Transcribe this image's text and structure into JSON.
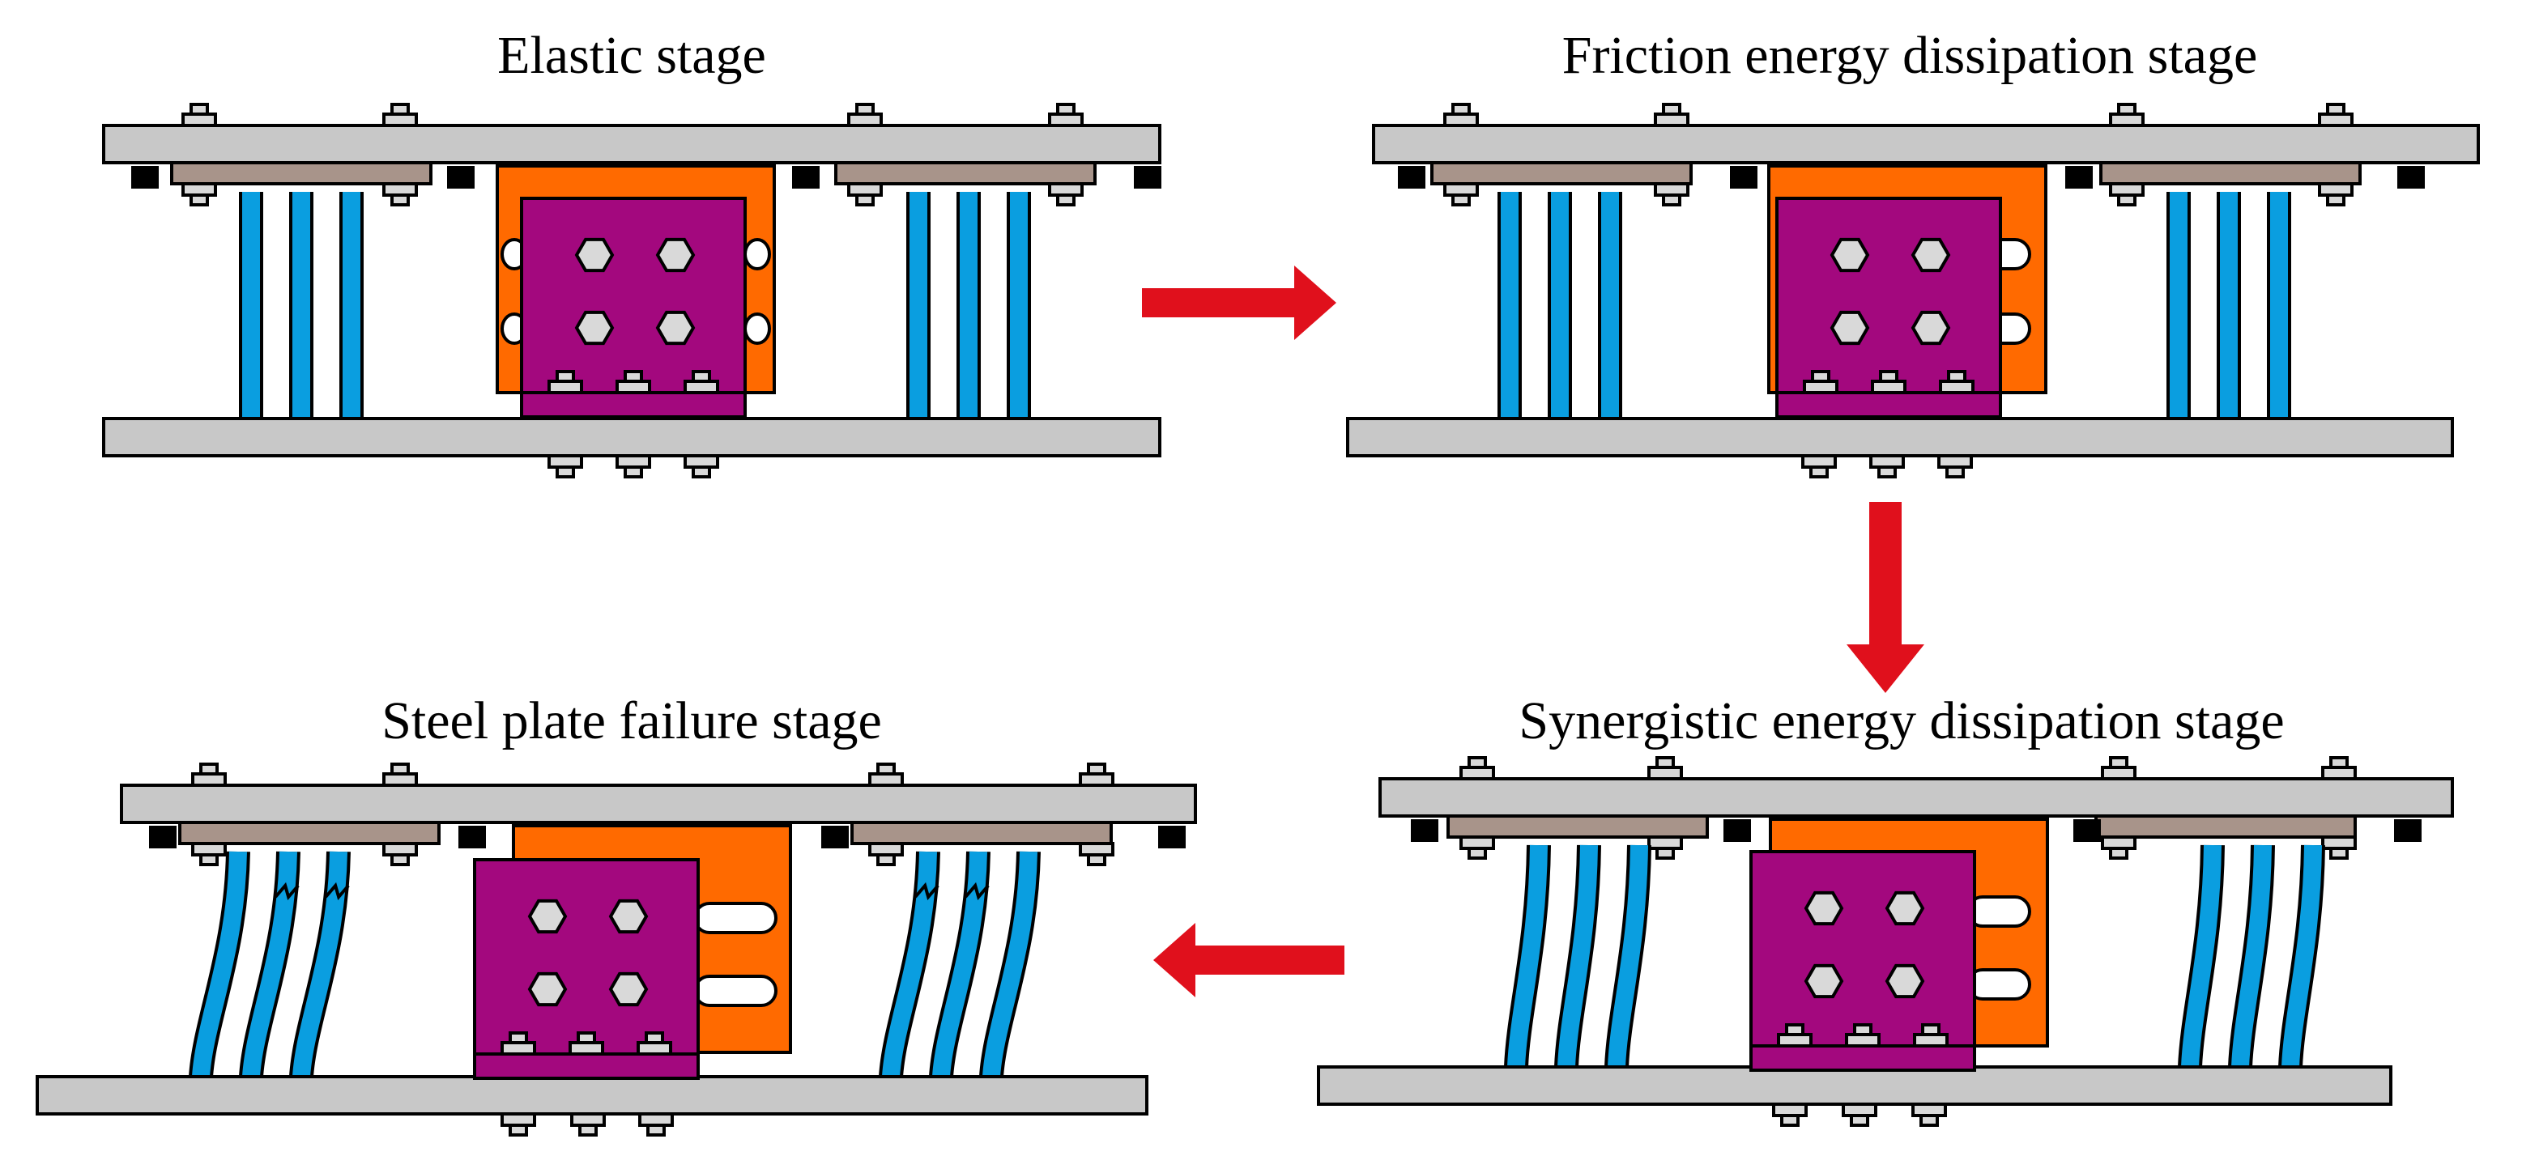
{
  "panels": [
    {
      "id": "elastic",
      "title": "Elastic stage"
    },
    {
      "id": "friction",
      "title": "Friction energy dissipation stage"
    },
    {
      "id": "synergistic",
      "title": "Synergistic energy dissipation stage"
    },
    {
      "id": "failure",
      "title": "Steel plate failure stage"
    }
  ],
  "colors": {
    "plate": "#c8c8c8",
    "pad": "#a8948a",
    "strip": "#0a9ee0",
    "frame": "#ff6a00",
    "block": "#a3087e",
    "arrow": "#e0101c",
    "bolt": "#d9d9d9",
    "outline": "#000000"
  },
  "icons": {
    "flow": "arrow-icon",
    "fastener": "hex-bolt-icon"
  }
}
